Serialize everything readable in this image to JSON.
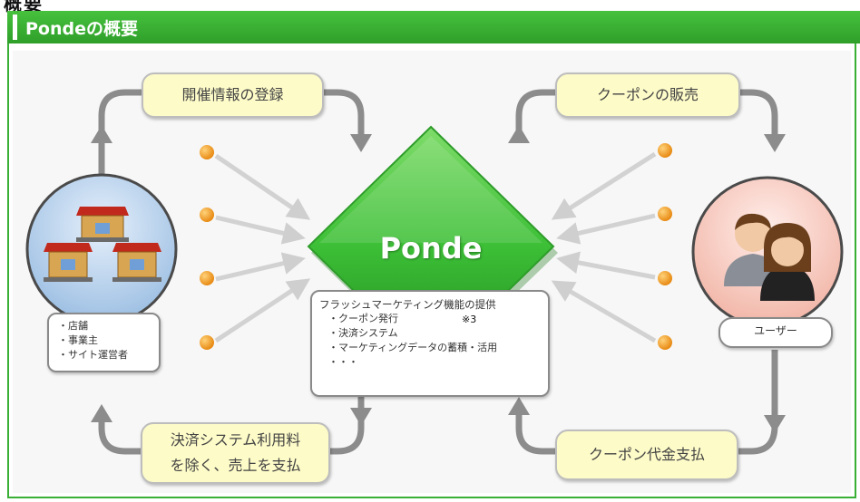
{
  "page": {
    "top_title": "概要",
    "header_title": "Pondeの概要"
  },
  "center": {
    "label": "Ponde",
    "features_title": "フラッシュマーケティング機能の提供",
    "features": [
      "・クーポン発行",
      "・決済システム",
      "・マーケティングデータの蓄積・活用",
      "・・・"
    ],
    "note": "※3"
  },
  "steps": {
    "register_event": "開催情報の登録",
    "sell_coupons": "クーポンの販売",
    "pay_coupon": "クーポン代金支払",
    "pay_sales_line1": "決済システム利用料",
    "pay_sales_line2": "を除く、売上を支払"
  },
  "merchant": {
    "labels": [
      "・店舗",
      "・事業主",
      "・サイト運営者"
    ]
  },
  "user": {
    "label": "ユーザー"
  },
  "colors": {
    "header_green": "#3cb538",
    "ponde_green": "#46c241",
    "orange_dot": "#f29a1d",
    "arrow_gray": "#8c8c8c"
  }
}
